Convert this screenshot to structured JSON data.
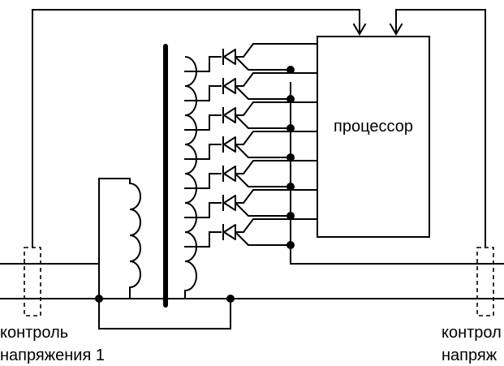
{
  "processor": {
    "label": "процессор"
  },
  "left_sensor": {
    "line1": "контроль",
    "line2": "напряжения 1"
  },
  "right_sensor": {
    "line1": "контрол",
    "line2": "напряж"
  },
  "diode_count": 7,
  "colors": {
    "ink": "#000000",
    "background": "#ffffff"
  }
}
